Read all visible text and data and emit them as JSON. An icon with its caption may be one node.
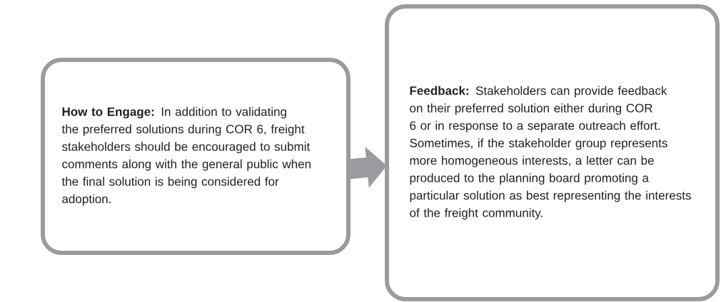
{
  "diagram": {
    "nodes": [
      {
        "text": [
          "**How to Engage:** In addition to validating the preferred solutions during COR 6, freight stakeholders should be encouraged to submit comments along with the general public when the final solution is being considered for adoption."
        ]
      },
      {
        "text": [
          "**Feedback:** Stakeholders can provide feedback on their preferred solution either during COR 6 or in response to a separate outreach effort. Sometimes, if the stakeholder group represents more homogeneous interests, a letter can be produced to the planning board promoting a particular solution as best representing the interests of the freight community."
        ]
      }
    ],
    "edges": [
      {
        "from": 0,
        "to": 1,
        "arrow": "to"
      }
    ]
  }
}
